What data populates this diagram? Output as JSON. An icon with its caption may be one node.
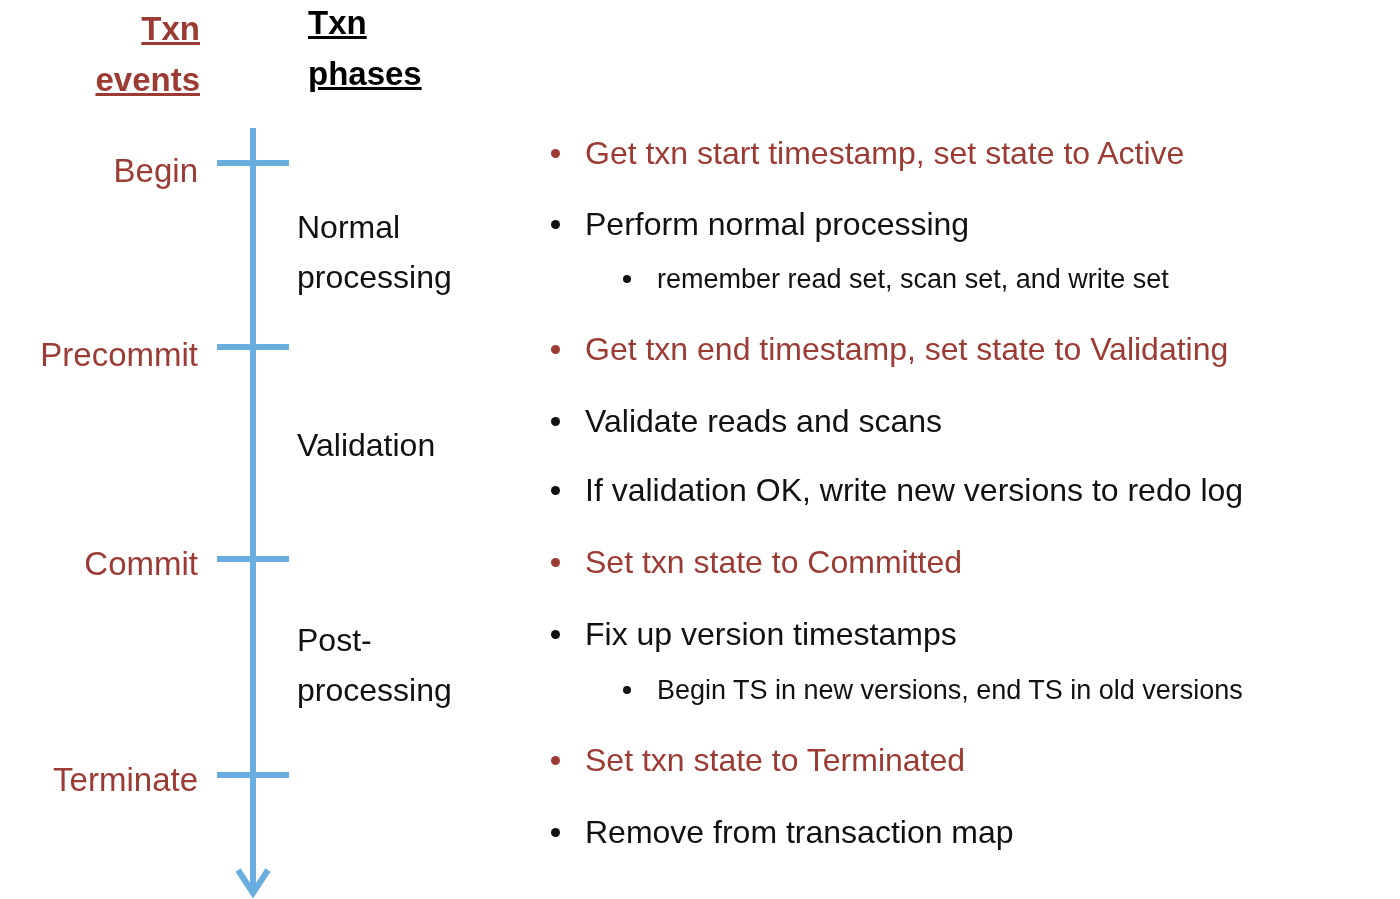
{
  "diagram": {
    "labels": [
      "Txn events",
      "Txn phases",
      "Begin",
      "Get txn start timestamp, set state to Active",
      "Normal processing",
      "Perform normal processing",
      "remember read set, scan set, and write set",
      "Precommit",
      "Get txn end timestamp, set state to Validating",
      "Validate reads and scans",
      "Validation",
      "If validation OK, write new versions to redo log",
      "Commit",
      "Set txn state to Committed",
      "Post-processing",
      "Fix up version timestamps",
      "Begin TS in new versions, end TS in old versions",
      "Terminate",
      "Set txn state to Terminated",
      "Remove from transaction map"
    ]
  }
}
